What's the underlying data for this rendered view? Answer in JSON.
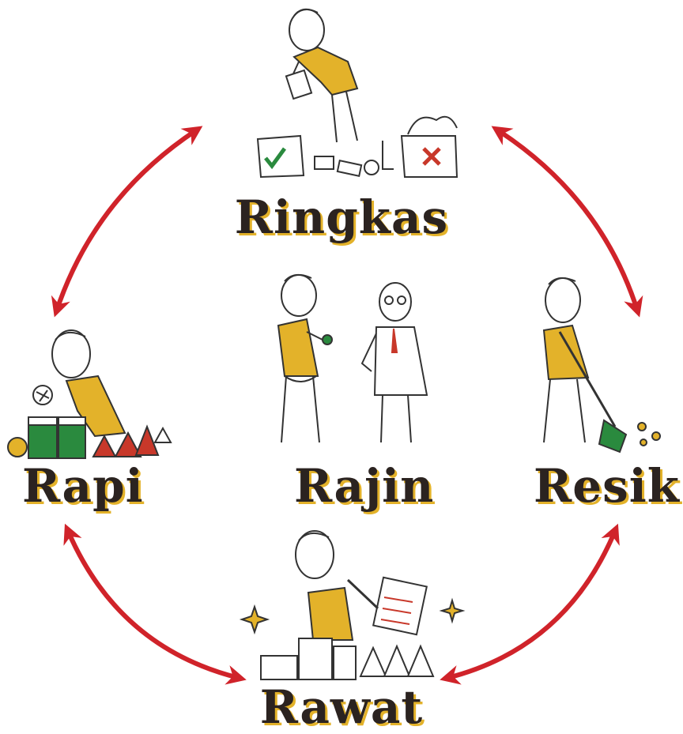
{
  "diagram": {
    "labels": {
      "ringkas": "Ringkas",
      "rapi": "Rapi",
      "rajin": "Rajin",
      "resik": "Resik",
      "rawat": "Rawat"
    },
    "colors": {
      "arrow": "#d0232a",
      "accent_yellow": "#e3b22a",
      "green": "#2a8a3e",
      "red": "#c8382a",
      "text": "#2b2320"
    },
    "icons": {
      "ringkas": "sorting-person-icon",
      "rapi": "arranging-person-icon",
      "rajin": "two-persons-icon",
      "resik": "sweeping-person-icon",
      "rawat": "checklist-person-icon"
    }
  }
}
